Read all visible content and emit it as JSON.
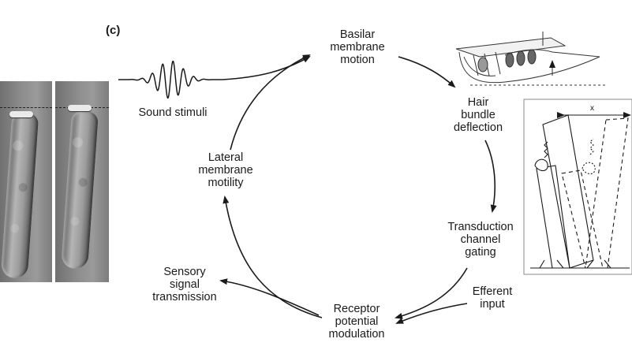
{
  "figure": {
    "panel_letter": "(c)",
    "nodes": {
      "basilar": [
        "Basilar",
        "membrane",
        "motion"
      ],
      "hair": [
        "Hair",
        "bundle",
        "deflection"
      ],
      "transduction": [
        "Transduction",
        "channel",
        "gating"
      ],
      "receptor": [
        "Receptor",
        "potential",
        "modulation"
      ],
      "lateral": [
        "Lateral",
        "membrane",
        "motility"
      ]
    },
    "inputs": {
      "sound": "Sound stimuli",
      "efferent": [
        "Efferent",
        "input"
      ]
    },
    "outputs": {
      "sensory": [
        "Sensory",
        "signal",
        "transmission"
      ]
    },
    "inset_label": "x",
    "colors": {
      "ink": "#1a1a1a",
      "background": "#ffffff"
    }
  }
}
